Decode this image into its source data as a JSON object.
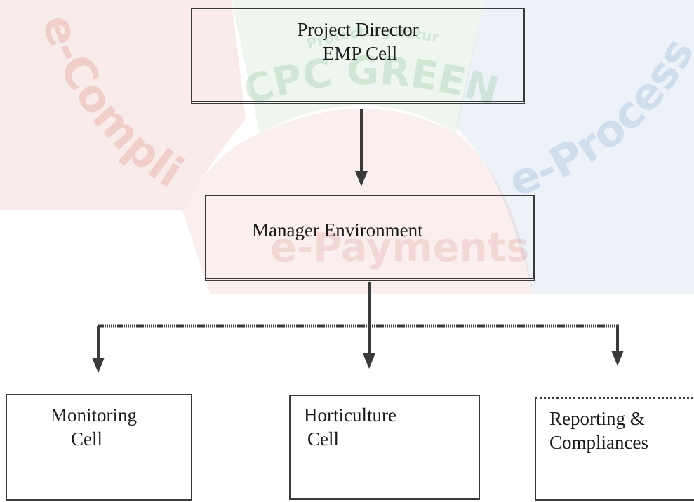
{
  "watermark": {
    "segments": [
      "e-Compliance",
      "e-Payments",
      "e-Processing"
    ],
    "logo": "CPC GREEN",
    "logo_tagline": "Protecting nature is Prior"
  },
  "diagram": {
    "nodes": {
      "project_director": {
        "line1": "Project Director",
        "line2": "EMP Cell"
      },
      "manager_environment": {
        "line1": "Manager Environment"
      },
      "monitoring_cell": {
        "line1": "Monitoring",
        "line2": "Cell"
      },
      "horticulture_cell": {
        "line1": "Horticulture",
        "line2": "Cell"
      },
      "reporting_compliances": {
        "line1": "Reporting &",
        "line2": "Compliances"
      }
    },
    "edges": [
      {
        "from": "project_director",
        "to": "manager_environment"
      },
      {
        "from": "manager_environment",
        "to": "monitoring_cell"
      },
      {
        "from": "manager_environment",
        "to": "horticulture_cell"
      },
      {
        "from": "manager_environment",
        "to": "reporting_compliances"
      }
    ],
    "colors": {
      "line": "#3a3a3a",
      "watermark_red": "#c0392b",
      "watermark_green": "#2e8b3e",
      "watermark_blue": "#3b6fb5"
    }
  }
}
